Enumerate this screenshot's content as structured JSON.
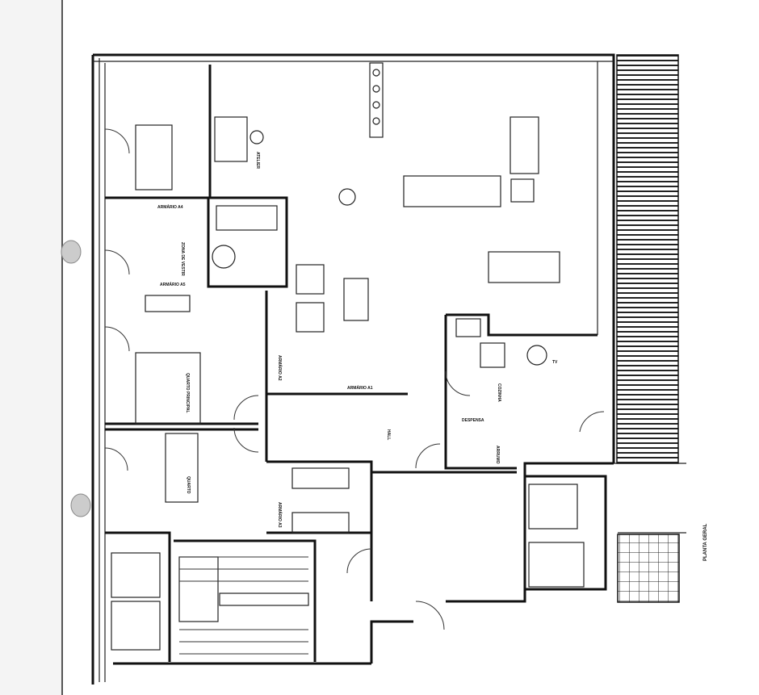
{
  "plan": {
    "title": "PLANTA GERAL",
    "rooms": {
      "atelier": "ATELIER",
      "dressing": "ZONA DE VESTIR",
      "master_bedroom": "QUARTO PRINCIPAL",
      "bedroom": "QUARTO",
      "hall": "HALL",
      "kitchen": "COZINHA",
      "pantry": "DESPENSA",
      "storage": "ARRUMO"
    },
    "wardrobes": {
      "a1": "ARMÁRIO A1",
      "a2": "ARMÁRIO A2",
      "a3": "ARMÁRIO A3",
      "a4": "ARMÁRIO A4",
      "a5": "ARMÁRIO A5"
    },
    "appliances": {
      "tv": "TV"
    }
  }
}
